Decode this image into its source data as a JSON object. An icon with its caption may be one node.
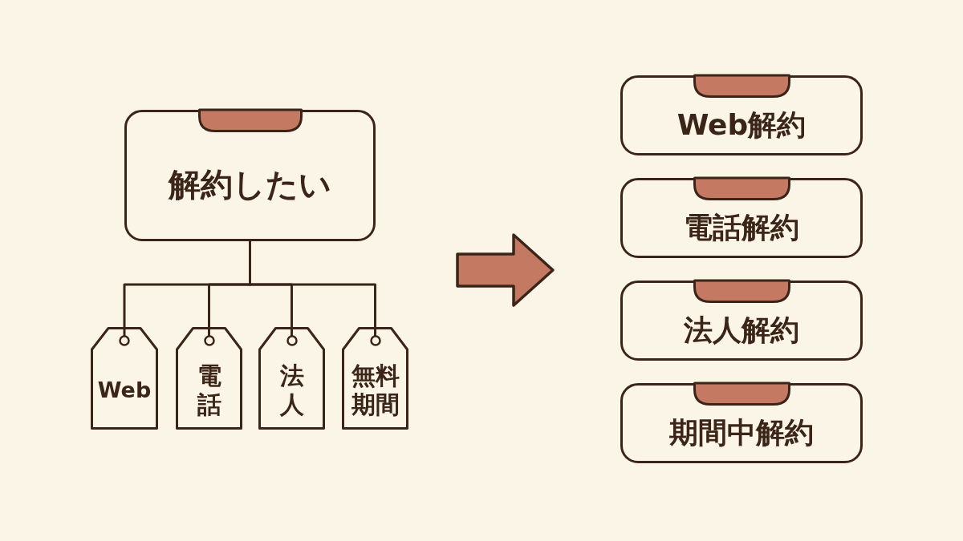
{
  "diagram": {
    "nodes": [
      {
        "text": [
          "解約したい"
        ]
      },
      {
        "text": [
          "Web"
        ]
      },
      {
        "text": [
          "電話"
        ]
      },
      {
        "text": [
          "法人"
        ]
      },
      {
        "text": [
          "無料期間"
        ]
      },
      {
        "text": [
          "Web解約"
        ]
      },
      {
        "text": [
          "電話解約"
        ]
      },
      {
        "text": [
          "法人解約"
        ]
      },
      {
        "text": [
          "期間中解約"
        ]
      }
    ],
    "edges": [
      {
        "from": 0,
        "to": 1,
        "arrow": "none"
      },
      {
        "from": 0,
        "to": 2,
        "arrow": "none"
      },
      {
        "from": 0,
        "to": 3,
        "arrow": "none"
      },
      {
        "from": 0,
        "to": 4,
        "arrow": "none"
      }
    ]
  }
}
